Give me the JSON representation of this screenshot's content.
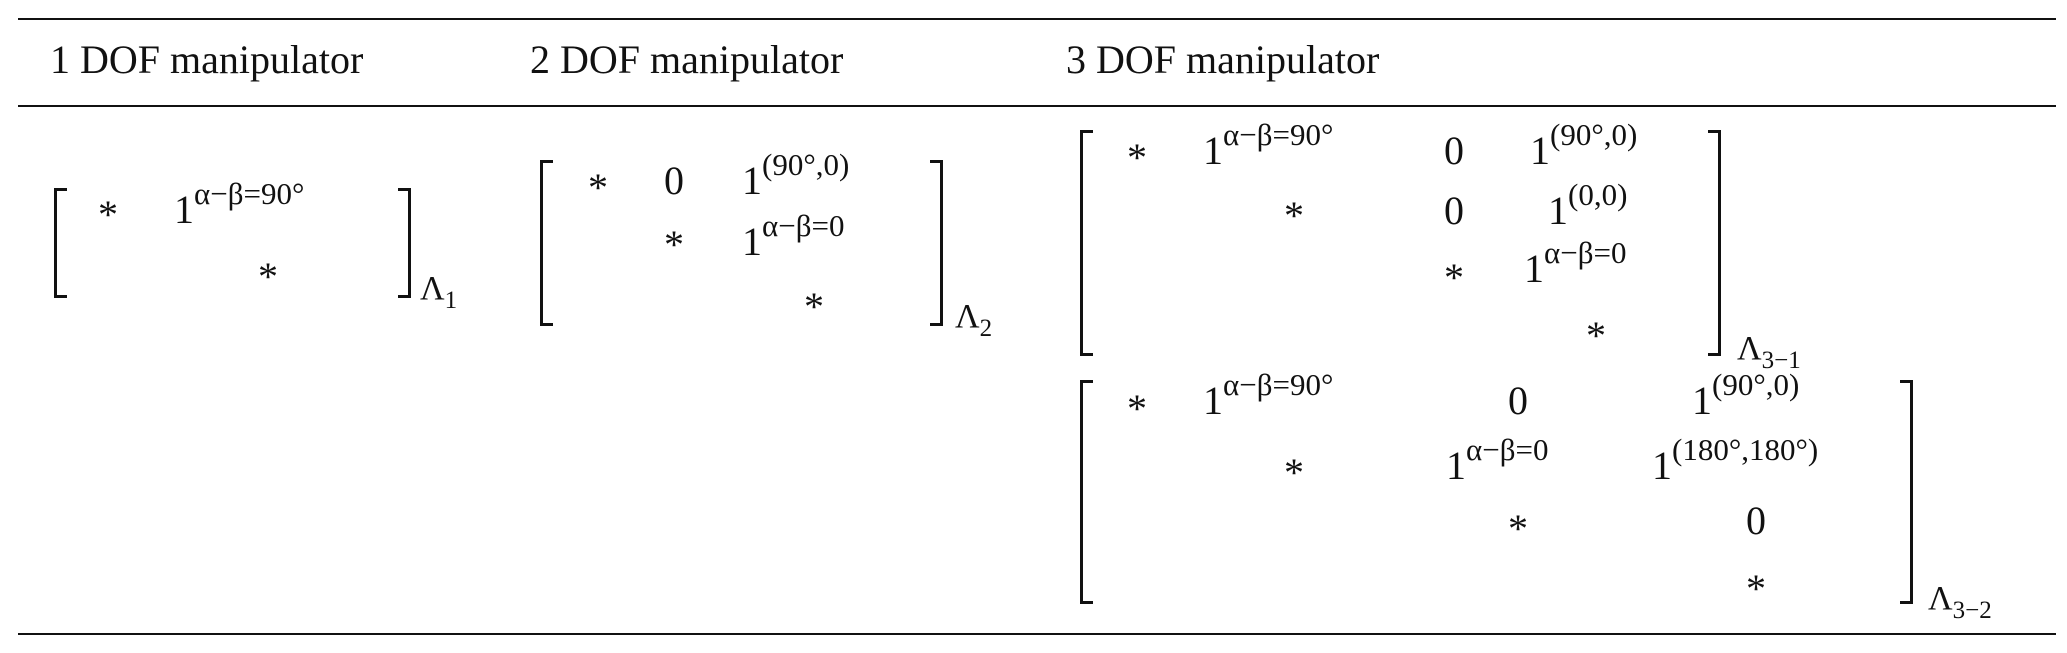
{
  "headers": [
    "1 DOF manipulator",
    "2 DOF manipulator",
    "3 DOF manipulator"
  ],
  "symbols": {
    "star": "*",
    "zero": "0",
    "one": "1",
    "lambda": "Λ"
  },
  "exponents": {
    "ab90": "α−β=90°",
    "ab0": "α−β=0",
    "p90_0": "(90°,0)",
    "p0_0": "(0,0)",
    "p180_180": "(180°,180°)"
  },
  "labels": {
    "m1": "1",
    "m2": "2",
    "m31": "3−1",
    "m32": "3−2"
  }
}
